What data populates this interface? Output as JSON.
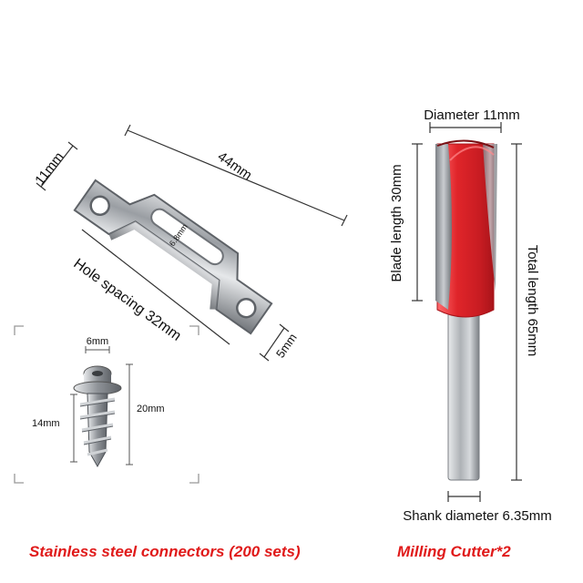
{
  "connector": {
    "dim_height": "11mm",
    "dim_length": "44mm",
    "dim_slot": "6.8mm",
    "dim_hole_spacing": "Hole spacing 32mm",
    "dim_end": "5mm"
  },
  "screw": {
    "dim_head": "6mm",
    "dim_thread": "14mm",
    "dim_total": "20mm"
  },
  "cutter": {
    "dim_diameter": "Diameter 11mm",
    "dim_blade": "Blade length 30mm",
    "dim_total": "Total length 65mm",
    "dim_shank": "Shank diameter 6.35mm",
    "body_color": "#e0252a",
    "shank_color": "#b8bcc0"
  },
  "captions": {
    "left": "Stainless steel connectors (200 sets)",
    "right": "Milling Cutter*2"
  }
}
